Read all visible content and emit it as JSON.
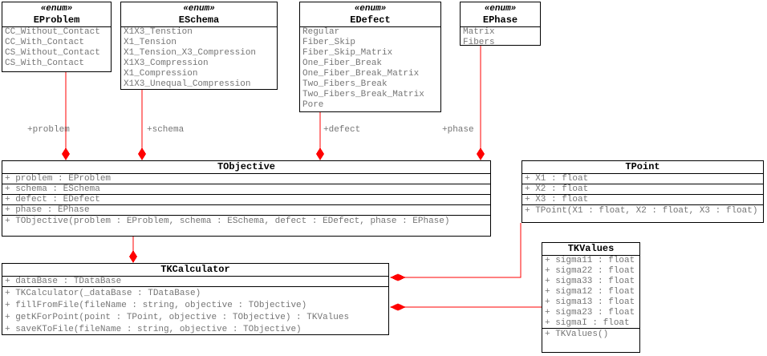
{
  "colors": {
    "connector_red": "#ff0000",
    "box_border": "#000000",
    "member_text_gray": "#757575",
    "background": "#ffffff"
  },
  "enums": [
    {
      "stereotype": "«enum»",
      "name": "EProblem",
      "items": [
        "CC_Without_Contact",
        "CC_With_Contact",
        "CS_Without_Contact",
        "CS_With_Contact"
      ]
    },
    {
      "stereotype": "«enum»",
      "name": "ESchema",
      "items": [
        "X1X3_Tenstion",
        "X1_Tension",
        "X1_Tension_X3_Compression",
        "X1X3_Compression",
        "X1_Compression",
        "X1X3_Unequal_Compression"
      ]
    },
    {
      "stereotype": "«enum»",
      "name": "EDefect",
      "items": [
        "Regular",
        "Fiber_Skip",
        "Fiber_Skip_Matrix",
        "One_Fiber_Break",
        "One_Fiber_Break_Matrix",
        "Two_Fibers_Break",
        "Two_Fibers_Break_Matrix",
        "Pore"
      ]
    },
    {
      "stereotype": "«enum»",
      "name": "EPhase",
      "items": [
        "Matrix",
        "Fibers"
      ]
    }
  ],
  "classes": {
    "tobjective": {
      "name": "TObjective",
      "attributes": [
        "+ problem : EProblem",
        "+ schema : ESchema",
        "+ defect : EDefect",
        "+ phase : EPhase"
      ],
      "methods": [
        "+ TObjective(problem : EProblem, schema : ESchema, defect : EDefect, phase : EPhase)"
      ]
    },
    "tkcalculator": {
      "name": "TKCalculator",
      "attributes": [
        "+ dataBase : TDataBase"
      ],
      "methods": [
        "+ TKCalculator(_dataBase : TDataBase)",
        "+ fillFromFile(fileName : string, objective : TObjective)",
        "+ getKForPoint(point : TPoint, objective : TObjective) : TKValues",
        "+ saveKToFile(fileName : string, objective : TObjective)"
      ]
    },
    "tpoint": {
      "name": "TPoint",
      "attributes": [
        "+ X1 : float",
        "+ X2 : float",
        "+ X3 : float"
      ],
      "methods": [
        "+ TPoint(X1 : float, X2 : float, X3 : float)"
      ]
    },
    "tkvalues": {
      "name": "TKValues",
      "attributes": [
        "+ sigma11 : float",
        "+ sigma22 : float",
        "+ sigma33 : float",
        "+ sigma12 : float",
        "+ sigma13 : float",
        "+ sigma23 : float",
        "+ sigmaI : float"
      ],
      "methods": [
        "+ TKValues()"
      ]
    }
  },
  "association_labels": {
    "problem": "+problem",
    "schema": "+schema",
    "defect": "+defect",
    "phase": "+phase"
  }
}
